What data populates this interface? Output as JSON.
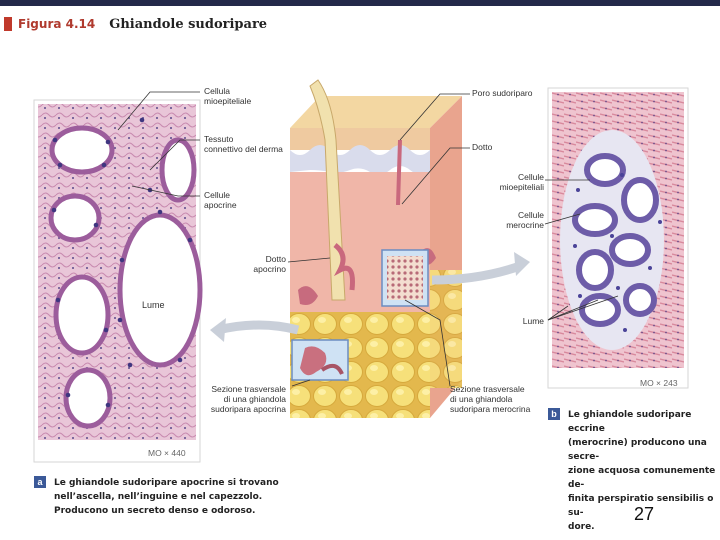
{
  "figure": {
    "number": "Figura 4.14",
    "title": "Ghiandole sudoripare"
  },
  "left_panel": {
    "labels": {
      "mioepiteliale": "Cellula\nmioepiteliale",
      "connettivo": "Tessuto\nconnettivo del derma",
      "apocrine": "Cellule\napocrine",
      "lume": "Lume"
    },
    "magnification": "MO × 440"
  },
  "center_panel": {
    "labels": {
      "poro": "Poro sudoriparo",
      "dotto": "Dotto",
      "dotto_apocrino": "Dotto\napocrino",
      "sez_apocrina": "Sezione trasversale\ndi una ghiandola\nsudoripara apocrina",
      "sez_merocrina": "Sezione trasversale\ndi una ghiandola\nsudoripara merocrina"
    }
  },
  "right_panel": {
    "labels": {
      "mioepiteliali": "Cellule\nmioepiteliali",
      "merocrine": "Cellule\nmerocrine",
      "lume": "Lume"
    },
    "magnification": "MO × 243"
  },
  "captions": {
    "a": {
      "badge": "a",
      "text": "Le ghiandole sudoripare apocrine si trovano\nnell’ascella, nell’inguine e nel capezzolo.\nProducono un secreto denso e odoroso."
    },
    "b": {
      "badge": "b",
      "text": "Le ghiandole sudoripare eccrine\n(merocrine) producono una secre-\nzione acquosa comunemente de-\nfinita perspiratio sensibilis o su-\ndore."
    }
  },
  "page_number": "27",
  "colors": {
    "topbar": "#23294a",
    "badge": "#3b5998",
    "figure_red": "#c0392b"
  }
}
